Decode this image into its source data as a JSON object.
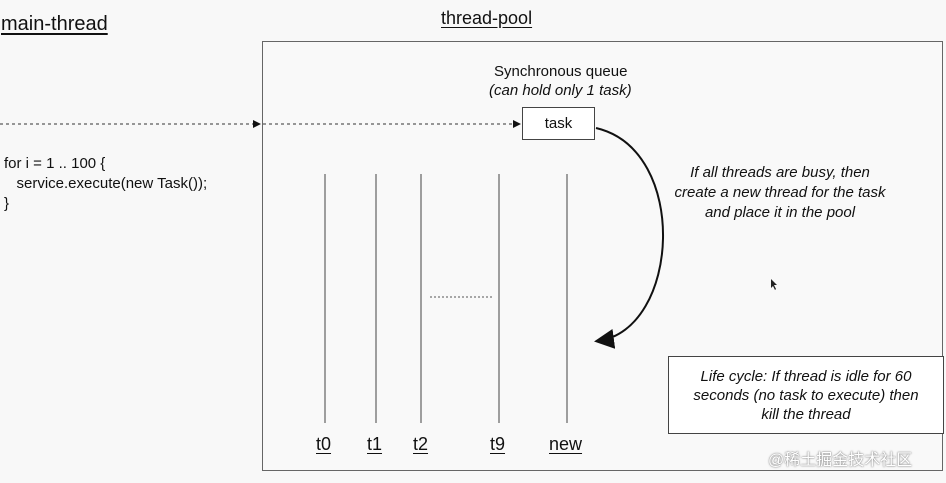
{
  "titles": {
    "main_thread": "main-thread",
    "thread_pool": "thread-pool"
  },
  "code": [
    "for i = 1 .. 100 {",
    "   service.execute(new Task());",
    "}"
  ],
  "queue": {
    "title": "Synchronous queue",
    "subtitle": "(can hold only 1 task)",
    "task_label": "task"
  },
  "note": {
    "line1": "If all threads are busy, then",
    "line2": "create a new thread for the task",
    "line3": "and place it in the pool"
  },
  "lifecycle": {
    "line1": "Life cycle: If thread is idle for 60",
    "line2": "seconds (no task to execute) then",
    "line3": "kill the thread"
  },
  "threads": [
    "t0",
    "t1",
    "t2",
    "t9",
    "new"
  ],
  "watermark": "@稀土掘金技术社区",
  "colors": {
    "background": "#f8f8f8",
    "line": "#333333",
    "arrow": "#111111"
  }
}
